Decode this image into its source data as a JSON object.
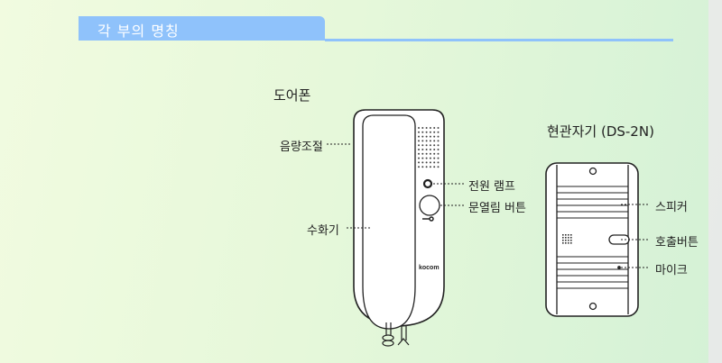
{
  "header": {
    "title": "각 부의 명칭"
  },
  "doorphone": {
    "title": "도어폰",
    "brand": "kocom",
    "labels": {
      "volume": "음량조절",
      "handset": "수화기",
      "power_lamp": "전원 램프",
      "door_open_button": "문열림 버튼"
    }
  },
  "entrance_unit": {
    "title": "현관자기 (DS-2N)",
    "labels": {
      "speaker": "스피커",
      "call_button": "호출버튼",
      "mic": "마이크"
    }
  }
}
